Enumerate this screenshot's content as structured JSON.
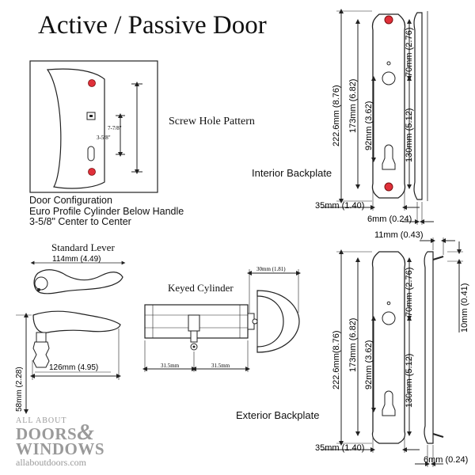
{
  "title": "Active / Passive Door",
  "screw_hole": {
    "label": "Screw Hole Pattern",
    "dim_outer": "7-7/8\"",
    "dim_inner": "3-5/8\""
  },
  "door_config": {
    "line1": "Door Configuration",
    "line2": "Euro Profile Cylinder Below Handle",
    "line3": "3-5/8\" Center to Center"
  },
  "interior": {
    "label": "Interior Backplate",
    "height": "222.6mm (8.76)",
    "screw_span": "173mm (6.82)",
    "top_to_handle": "70mm (2.76)",
    "handle_to_cyl": "92mm (3.62)",
    "handle_to_bottom": "130mm (5.12)",
    "width": "35mm (1.40)",
    "thickness": "6mm (0.24)"
  },
  "exterior": {
    "label": "Exterior Backplate",
    "height": "222.6mm(8.76)",
    "screw_span": "173mm (6.82)",
    "top_to_handle": "70mm (2.76)",
    "handle_to_cyl": "92mm (3.62)",
    "handle_to_bottom": "130mm (5.12)",
    "width": "35mm (1.40)",
    "thickness": "6mm (0.24)",
    "post_length": "11mm (0.43)",
    "post_offset": "10mm (0.41)"
  },
  "lever": {
    "label": "Standard Lever",
    "length": "114mm (4.49)",
    "projection": "126mm (4.95)",
    "height": "58mm (2.28)"
  },
  "cylinder": {
    "label": "Keyed Cylinder",
    "thumb": "30mm (1.81)",
    "left_half": "31.5mm",
    "right_half": "31.5mm"
  },
  "watermark": {
    "line1": "ALL ABOUT",
    "line2a": "DOORS",
    "amp": "&",
    "line2b": "WINDOWS",
    "line3": "allaboutdoors.com"
  },
  "colors": {
    "ink": "#222222",
    "screw_hole": "#e0303a",
    "watermark": "#9a9a9a"
  }
}
